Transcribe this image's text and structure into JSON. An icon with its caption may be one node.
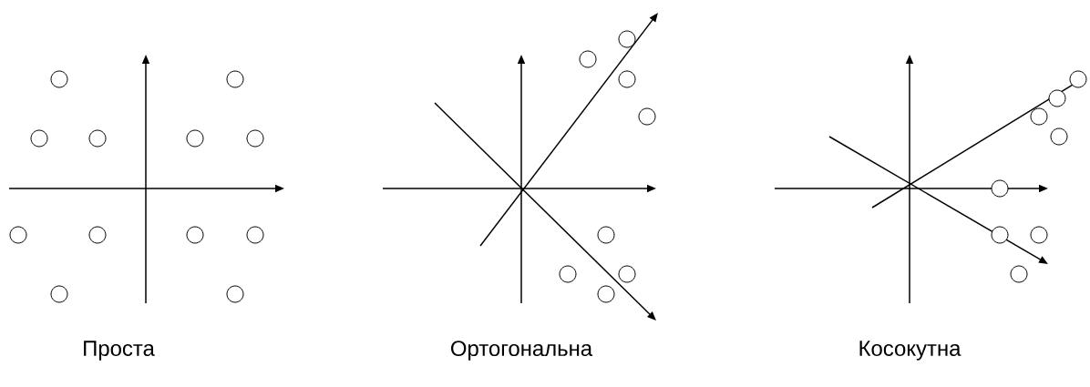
{
  "diagram": {
    "labels": [
      "Проста",
      "Ортогональна",
      "Косокутна"
    ]
  }
}
